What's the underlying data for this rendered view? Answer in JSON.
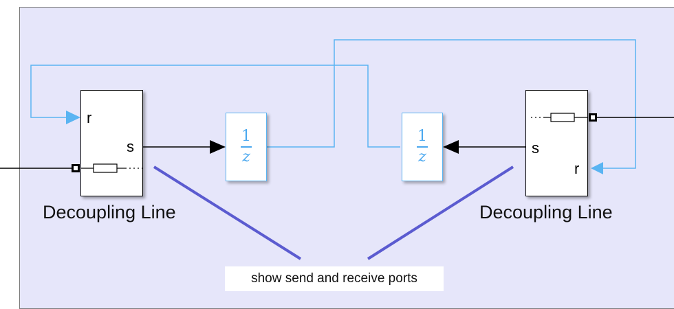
{
  "blocks": {
    "left": {
      "name": "Decoupling Line",
      "port_receive": "r",
      "port_send": "s"
    },
    "right": {
      "name": "Decoupling Line",
      "port_receive": "r",
      "port_send": "s"
    }
  },
  "delays": {
    "left": {
      "numerator": "1",
      "denominator": "z"
    },
    "right": {
      "numerator": "1",
      "denominator": "z"
    }
  },
  "annotation": {
    "text": "show send and receive ports"
  },
  "colors": {
    "canvas_background": "#e6e6fa",
    "signal_line_blue": "#5ab4f2",
    "signal_line_black": "#000000",
    "annotation_line": "#5b5bd0"
  }
}
